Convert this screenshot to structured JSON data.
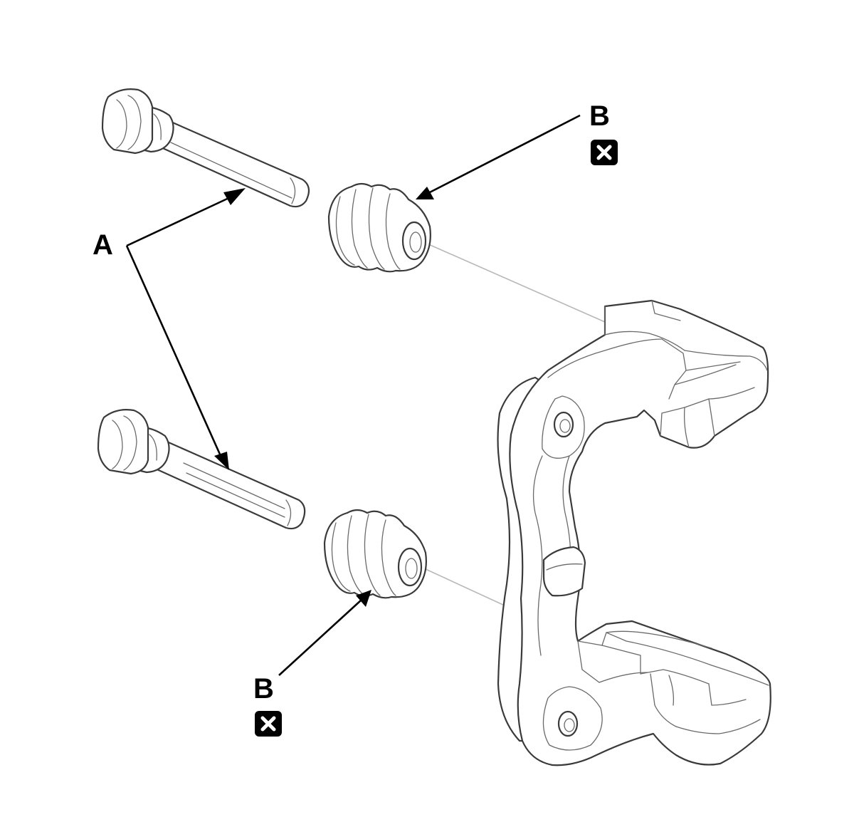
{
  "diagram": {
    "labels": {
      "a": "A",
      "b_upper": "B",
      "b_lower": "B"
    },
    "icons": {
      "replace_symbol": "x-box-icon"
    },
    "colors": {
      "line": "#3a3a3a",
      "label": "#000000",
      "background": "#ffffff"
    }
  }
}
